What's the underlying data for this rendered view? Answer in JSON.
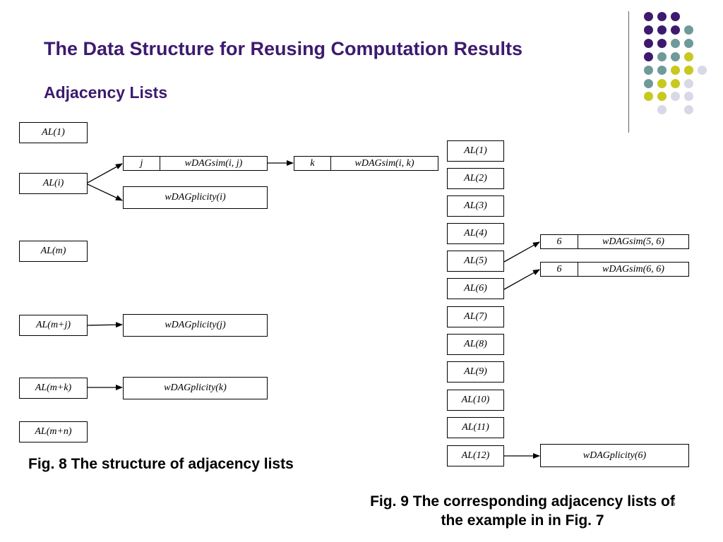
{
  "title": "The Data Structure for Reusing Computation Results",
  "subtitle": "Adjacency Lists",
  "colors": {
    "title": "#3d1a6e",
    "dot_purple": "#3d1a6e",
    "dot_teal": "#6f9a9a",
    "dot_yellow": "#c8c81e",
    "dot_lavender": "#d8d8e8"
  },
  "fig8": {
    "caption": "Fig. 8 The structure of adjacency lists",
    "nodes": {
      "al1": "AL(1)",
      "ali": "AL(i)",
      "alm": "AL(m)",
      "almj": "AL(m+j)",
      "almk": "AL(m+k)",
      "almn": "AL(m+n)"
    },
    "entry_j": {
      "index": "j",
      "sim": "wDAGsim(i, j)"
    },
    "entry_k": {
      "index": "k",
      "sim": "wDAGsim(i, k)"
    },
    "plicity_i": "wDAGplicity(i)",
    "plicity_j": "wDAGplicity(j)",
    "plicity_k": "wDAGplicity(k)"
  },
  "fig9": {
    "caption_line1": "Fig. 9 The corresponding adjacency lists of",
    "caption_line2": "the example in in Fig. 7",
    "nodes": [
      "AL(1)",
      "AL(2)",
      "AL(3)",
      "AL(4)",
      "AL(5)",
      "AL(6)",
      "AL(7)",
      "AL(8)",
      "AL(9)",
      "AL(10)",
      "AL(11)",
      "AL(12)"
    ],
    "entry_5": {
      "index": "6",
      "sim": "wDAGsim(5, 6)"
    },
    "entry_6": {
      "index": "6",
      "sim": "wDAGsim(6, 6)"
    },
    "plicity_12": "wDAGplicity(6)"
  },
  "page_number": "5"
}
